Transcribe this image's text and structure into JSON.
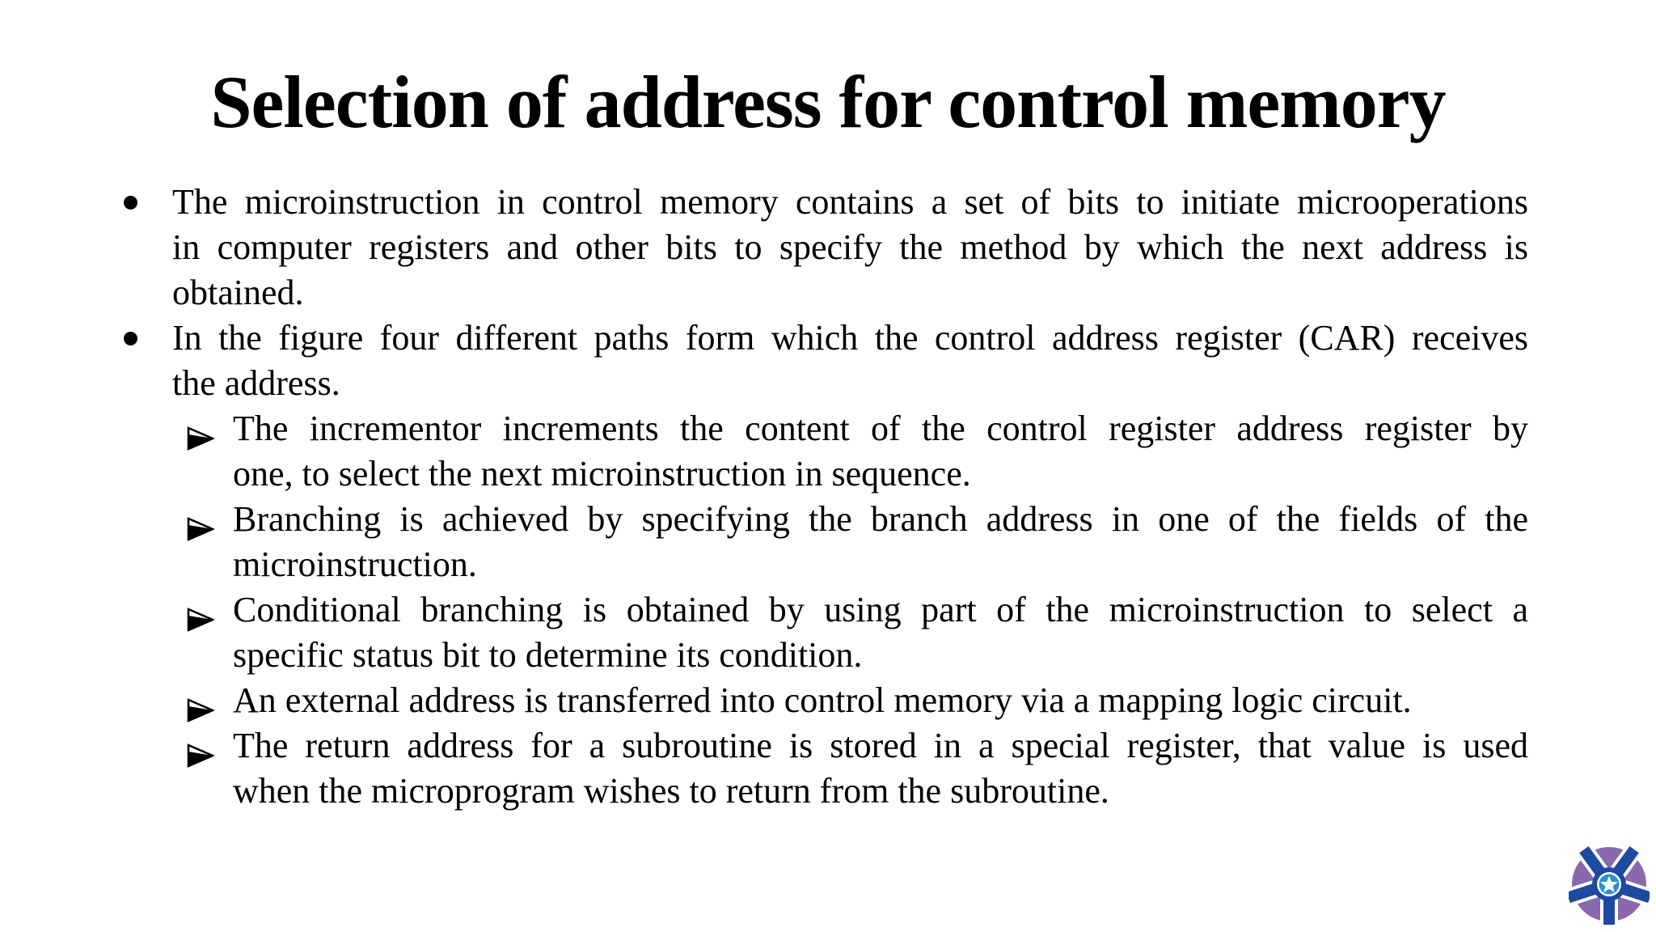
{
  "slide": {
    "title": "Selection of address for control memory",
    "background_color": "#ffffff",
    "text_color": "#000000"
  },
  "bullets": [
    {
      "level": 1,
      "marker": "dot",
      "lines": [
        "The microinstruction in control memory contains a set of bits to initiate microoperations",
        "in computer registers and other bits to specify the method by which the next address is",
        "obtained."
      ]
    },
    {
      "level": 1,
      "marker": "dot",
      "lines": [
        "In the figure four different paths form which the control address register (CAR) receives",
        "the address."
      ]
    },
    {
      "level": 2,
      "marker": "arrow",
      "lines": [
        "The incrementor increments the content of the control register address register by",
        "one, to select the next microinstruction in sequence."
      ]
    },
    {
      "level": 2,
      "marker": "arrow",
      "lines": [
        "Branching is achieved by specifying the branch address in one of the fields of the",
        "microinstruction."
      ]
    },
    {
      "level": 2,
      "marker": "arrow",
      "lines": [
        "Conditional branching is obtained by using part of the microinstruction to select a",
        "specific status bit to determine its condition."
      ]
    },
    {
      "level": 2,
      "marker": "arrow",
      "lines": [
        "An external address is transferred into control memory via a mapping logic circuit."
      ]
    },
    {
      "level": 2,
      "marker": "arrow",
      "lines": [
        "The return address for a subroutine is stored in a special register, that value is used",
        "when the microprogram wishes to return from the subroutine."
      ]
    }
  ],
  "logo": {
    "description": "wheel-emblem-with-star",
    "colors": {
      "wheel_purple": "#8a68ae",
      "spoke_blue": "#1d4a9e",
      "inner_light_blue": "#2e8fd0",
      "star_white": "#ffffff"
    }
  }
}
